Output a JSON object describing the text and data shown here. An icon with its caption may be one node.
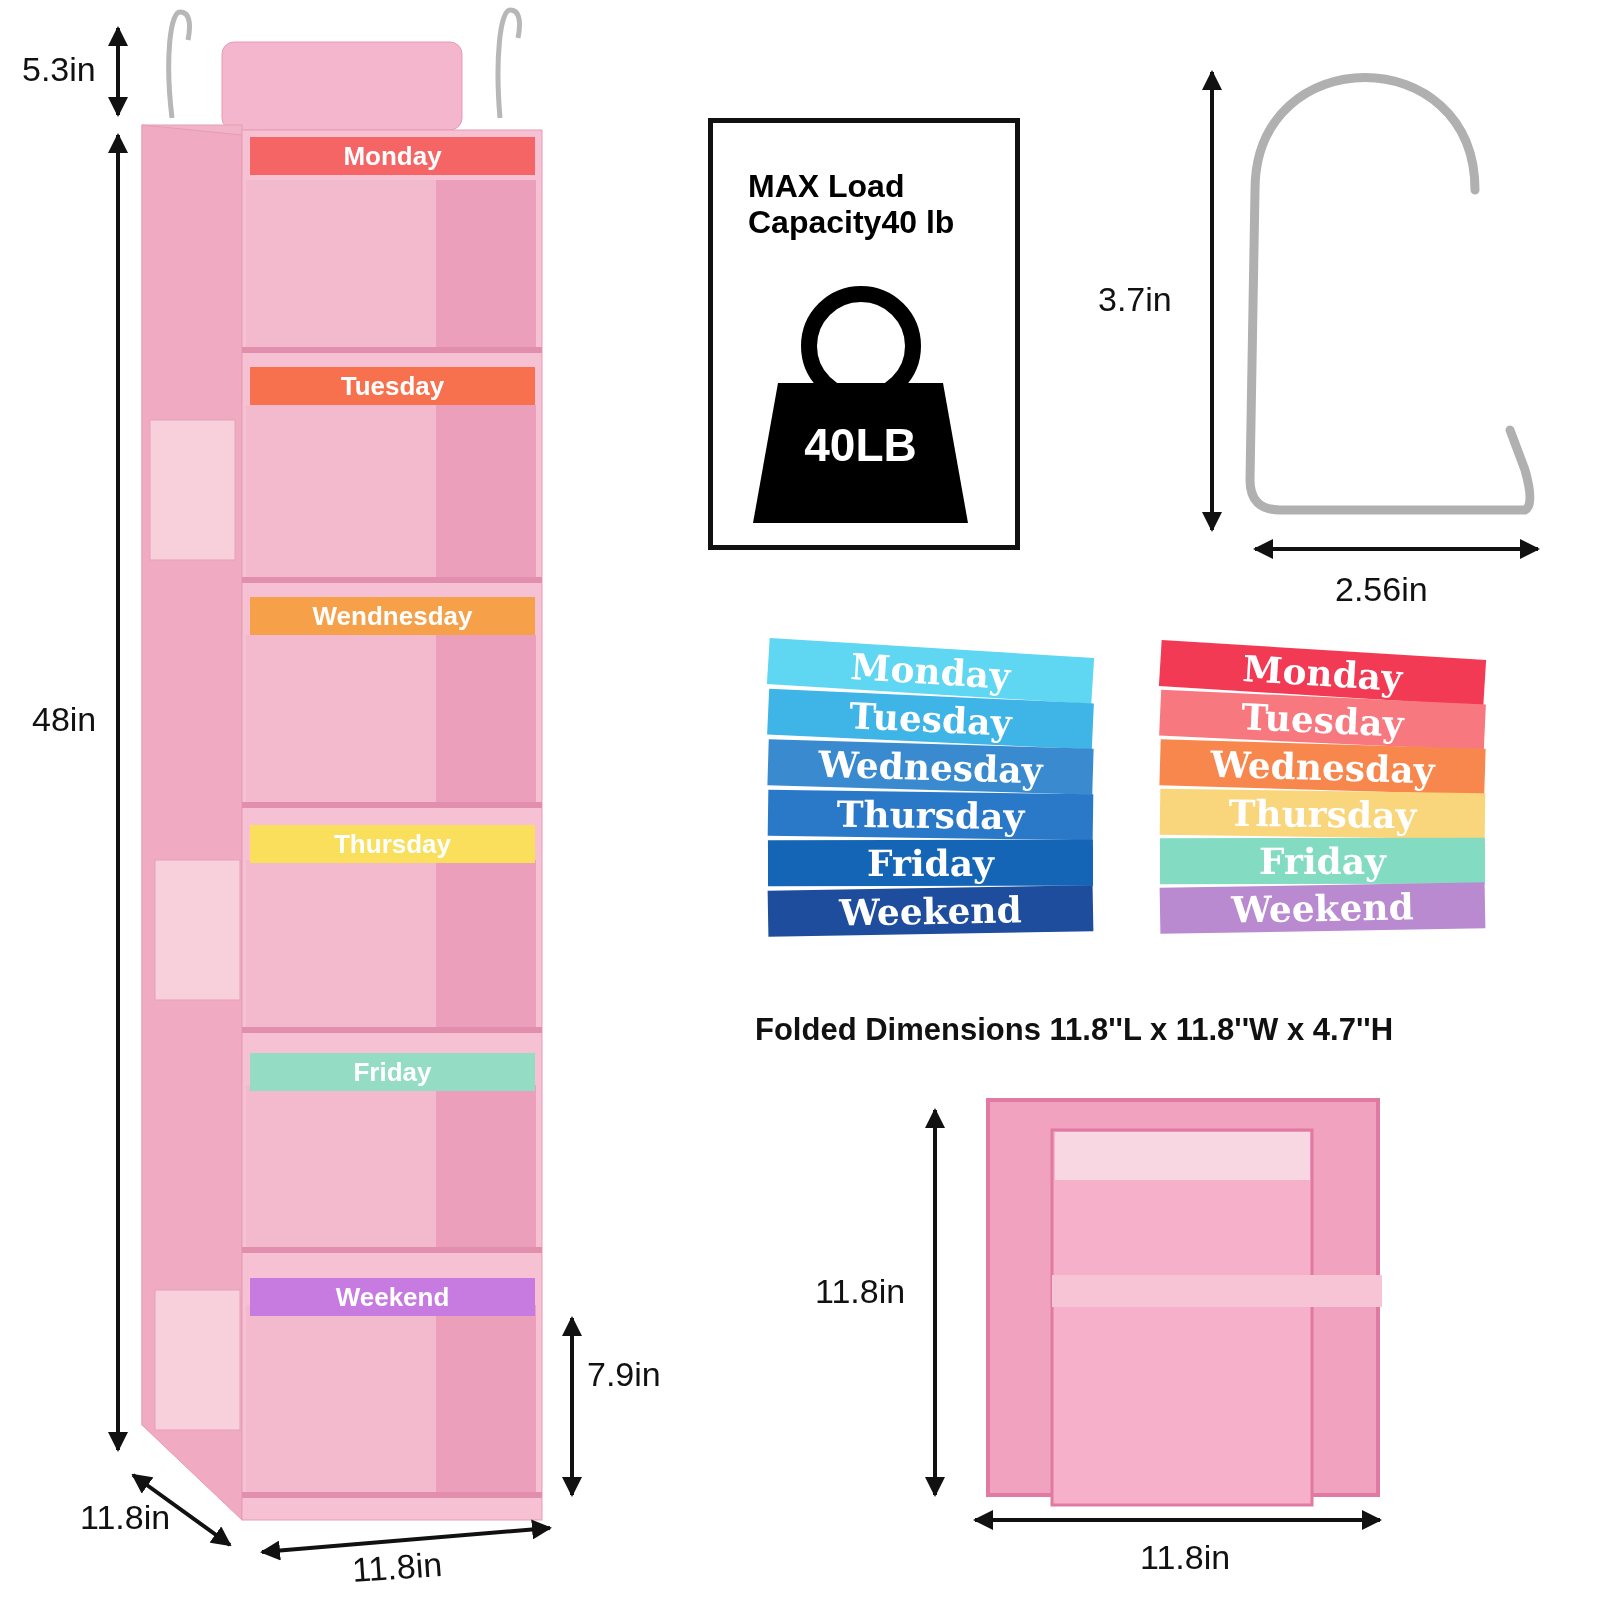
{
  "diagram": {
    "nodes": [
      {
        "text": [
          "MAX Load Capacity40 lb"
        ]
      },
      {
        "text": [
          "40LB"
        ],
        "in": 0
      }
    ],
    "labels": [
      "5.3in",
      "Monday",
      "Tuesday",
      "Wendnesday",
      "Thursday",
      "Friday",
      "Weekend",
      "48in",
      "7.9in",
      "11.8in",
      "11.8in",
      "3.7in",
      "2.56in",
      "Monday",
      "Tuesday",
      "Wednesday",
      "Thursday",
      "Friday",
      "Weekend",
      "Monday",
      "Tuesday",
      "Wednesday",
      "Thursday",
      "Friday",
      "Weekend",
      "Folded Dimensions 11.8''L x 11.8''W x 4.7''H",
      "11.8in",
      "11.8in"
    ]
  }
}
